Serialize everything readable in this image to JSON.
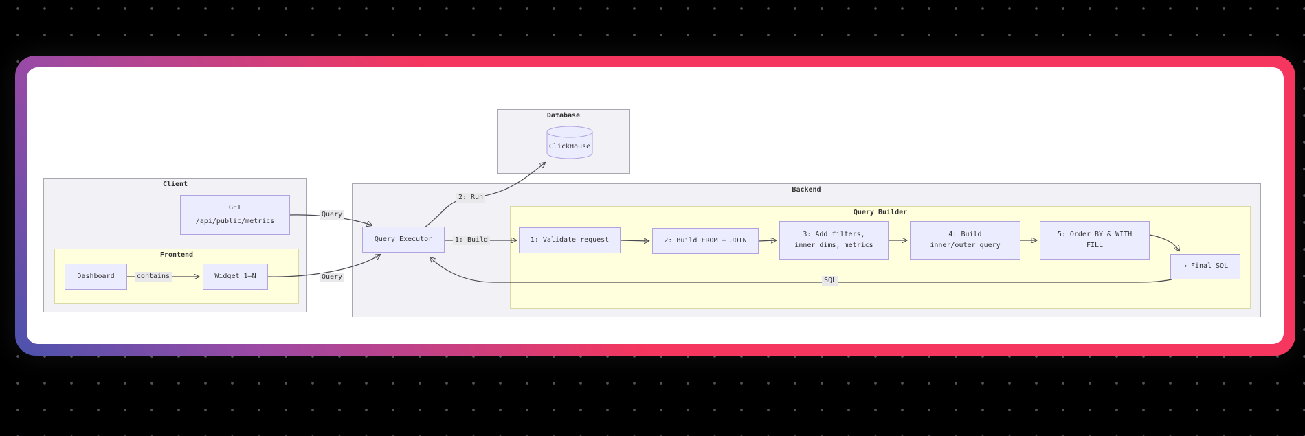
{
  "diagram": {
    "clusters": {
      "client": {
        "title": "Client"
      },
      "frontend": {
        "title": "Frontend"
      },
      "database": {
        "title": "Database"
      },
      "backend": {
        "title": "Backend"
      },
      "query_builder": {
        "title": "Query Builder"
      }
    },
    "nodes": {
      "get_endpoint": {
        "label": "GET\n/api/public/metrics"
      },
      "dashboard": {
        "label": "Dashboard"
      },
      "widget": {
        "label": "Widget 1–N"
      },
      "query_executor": {
        "label": "Query Executor"
      },
      "clickhouse": {
        "label": "ClickHouse"
      },
      "step1": {
        "label": "1: Validate request"
      },
      "step2": {
        "label": "2: Build FROM + JOIN"
      },
      "step3": {
        "label": "3: Add filters,\ninner dims, metrics"
      },
      "step4": {
        "label": "4: Build\ninner/outer query"
      },
      "step5": {
        "label": "5: Order BY & WITH\nFILL"
      },
      "final_sql": {
        "label": "→ Final SQL"
      }
    },
    "edge_labels": {
      "query_get": "Query",
      "query_widget": "Query",
      "run": "2: Run",
      "build": "1: Build",
      "contains": "contains",
      "sql": "SQL"
    }
  },
  "colors": {
    "background": "#000000",
    "dot": "#55515b",
    "card_gradient_start": "#4b53ad",
    "card_gradient_mid": "#9a4aa5",
    "card_gradient_end": "#f5365e",
    "canvas": "#ffffff",
    "cluster_fill": "#f1f1f6",
    "cluster_border": "#a7a7b0",
    "subcluster_fill": "#ffffde",
    "subcluster_border": "#d9d9a8",
    "node_fill": "#ececff",
    "node_border": "#b1a3e0",
    "edge": "#4a4a52",
    "text": "#333333",
    "edge_label_bg": "#e9e9ec"
  }
}
